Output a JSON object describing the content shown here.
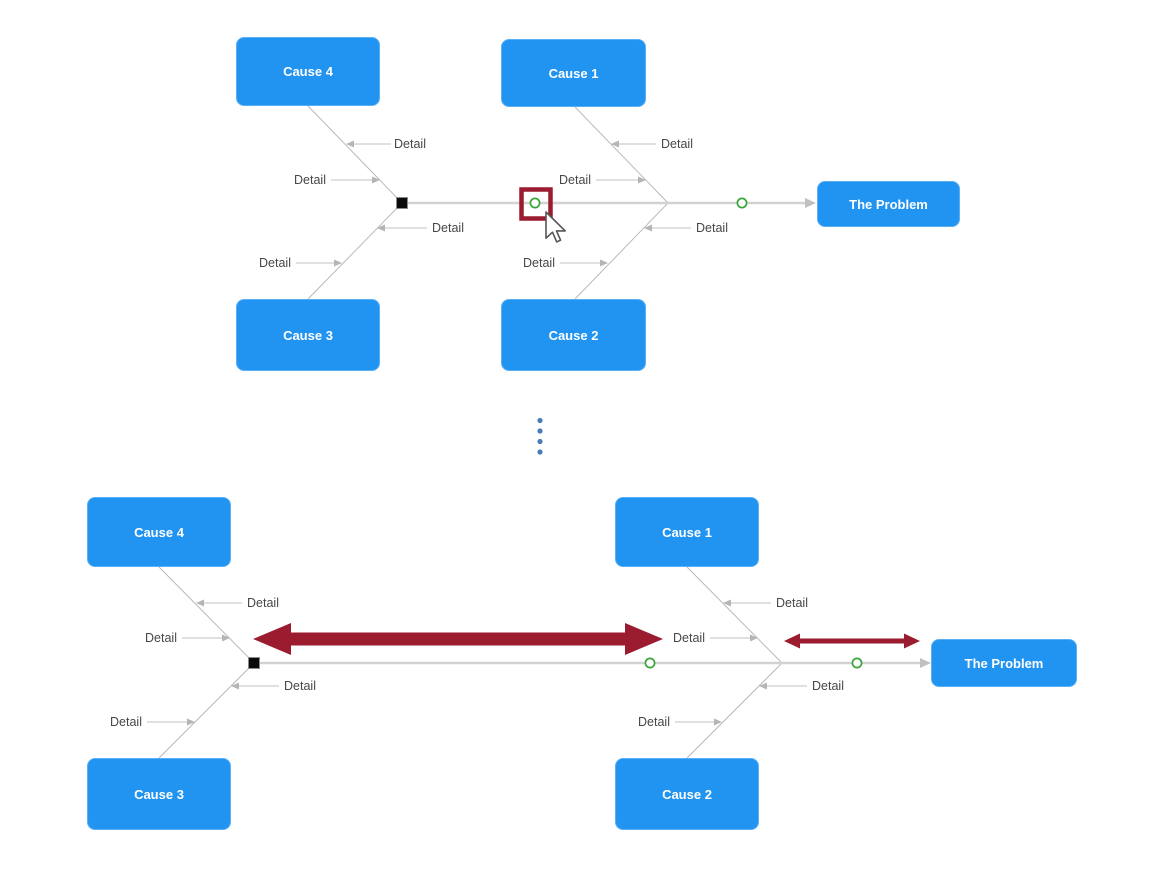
{
  "top_diagram": {
    "nodes": {
      "cause4": "Cause 4",
      "cause1": "Cause 1",
      "cause3": "Cause 3",
      "cause2": "Cause 2",
      "problem": "The Problem"
    },
    "details": [
      "Detail",
      "Detail",
      "Detail",
      "Detail",
      "Detail",
      "Detail",
      "Detail",
      "Detail"
    ]
  },
  "bottom_diagram": {
    "nodes": {
      "cause4": "Cause 4",
      "cause1": "Cause 1",
      "cause3": "Cause 3",
      "cause2": "Cause 2",
      "problem": "The Problem"
    },
    "details": [
      "Detail",
      "Detail",
      "Detail",
      "Detail",
      "Detail",
      "Detail",
      "Detail",
      "Detail"
    ]
  },
  "annotations": {
    "ellipsis_dot_count": 4,
    "cursor": "arrow-cursor",
    "selection_highlight": "square around green port"
  },
  "colors": {
    "node_fill": "#2193f0",
    "node_border": "#5ab0f6",
    "node_text": "#ffffff",
    "spine_gray": "#d2d2d2",
    "branch_gray": "#b9b9b9",
    "detail_text": "#474747",
    "port_green": "#3aa53a",
    "highlight_red": "#9b1b2f",
    "dot_blue": "#4a7cba",
    "handle_black": "#0a0a0a"
  }
}
